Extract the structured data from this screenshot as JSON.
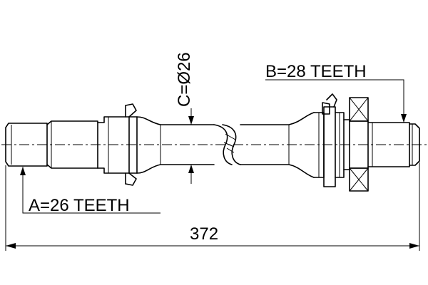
{
  "annotations": {
    "diameter": "C=Ø26",
    "outer_spline": "B=28 TEETH",
    "inner_spline": "A=26 TEETH",
    "overall_length": "372"
  }
}
